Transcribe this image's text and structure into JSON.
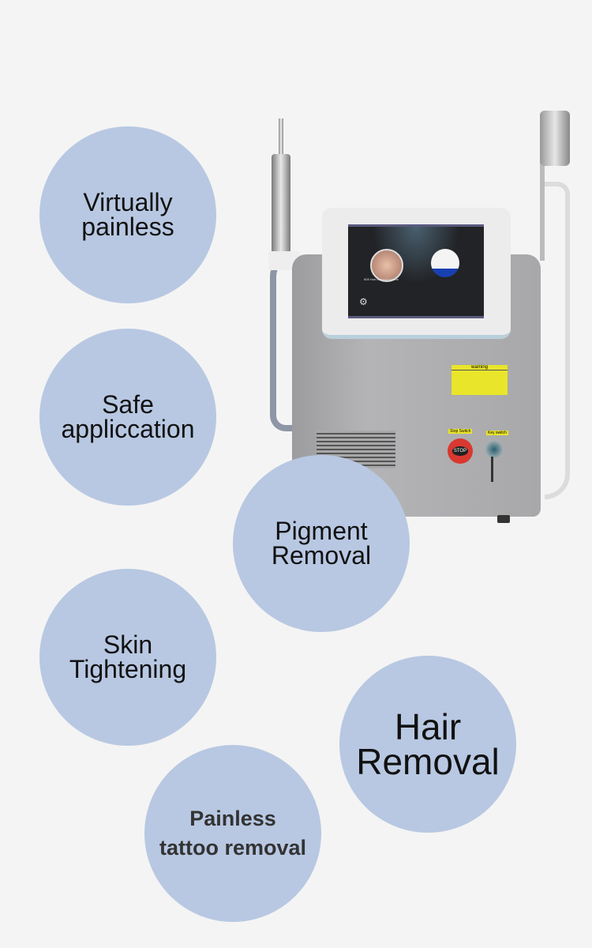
{
  "features": [
    {
      "line1": "Virtually",
      "line2": "painless"
    },
    {
      "line1": "Safe",
      "line2": "appliccation"
    },
    {
      "line1": "Pigment",
      "line2": "Removal"
    },
    {
      "line1": "Skin",
      "line2": "Tightening"
    },
    {
      "line1": "Hair",
      "line2": "Removal"
    },
    {
      "line1": "Painless",
      "line2": "tattoo removal"
    }
  ],
  "machine": {
    "screen_caption": "808 Hair removal system",
    "warning_title": "warning",
    "stop_label": "Stop Switch",
    "stop_button": "STOP",
    "key_label": "Key switch"
  },
  "colors": {
    "circle": "#b8c8e2",
    "background": "#f4f4f4",
    "body": "#a9a9ab"
  }
}
